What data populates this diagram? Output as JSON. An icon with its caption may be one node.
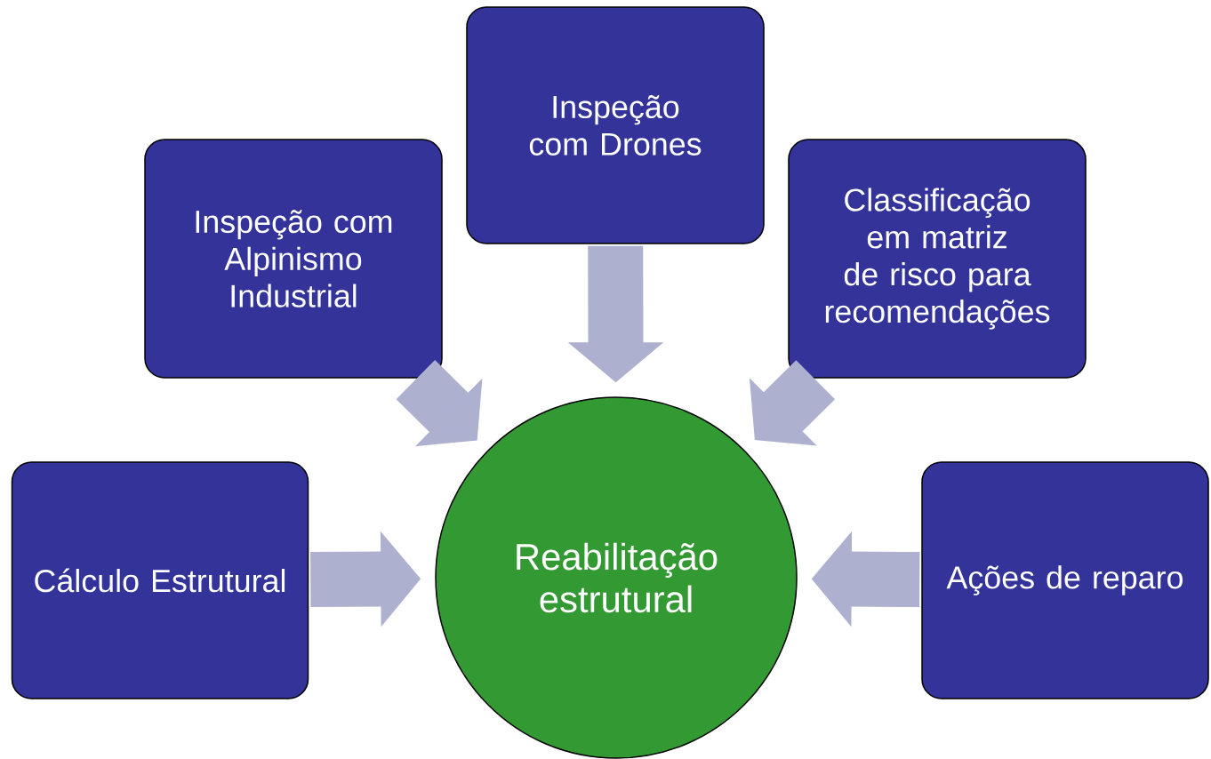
{
  "diagram": {
    "nodes": [
      {
        "text": [
          "Inspeção com Alpinismo Industrial"
        ]
      },
      {
        "text": [
          "Inspeção com Drones"
        ]
      },
      {
        "text": [
          "Classificação em matriz de risco para recomendações"
        ]
      },
      {
        "text": [
          "Cálculo Estrutural"
        ]
      },
      {
        "text": [
          "Ações de reparo"
        ]
      },
      {
        "text": [
          "Reabilitação estrutural"
        ]
      }
    ],
    "edges": [
      {
        "from": 0,
        "to": 5,
        "arrow": "to"
      },
      {
        "from": 1,
        "to": 5,
        "arrow": "to"
      },
      {
        "from": 2,
        "to": 5,
        "arrow": "to"
      },
      {
        "from": 3,
        "to": 5,
        "arrow": "to"
      },
      {
        "from": 4,
        "to": 5,
        "arrow": "to"
      }
    ]
  }
}
